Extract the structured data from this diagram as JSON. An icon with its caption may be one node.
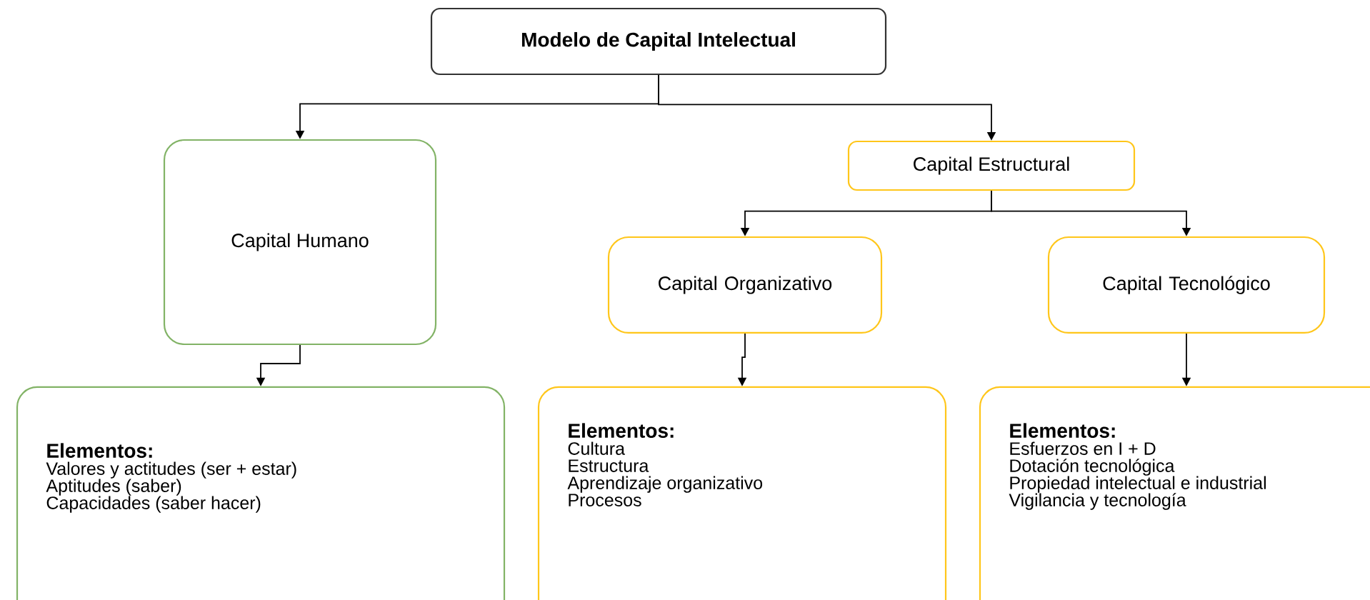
{
  "diagram": {
    "nodes": [
      {
        "text": [
          "Modelo de Capital Intelectual"
        ]
      },
      {
        "text": [
          "Capital Humano"
        ]
      },
      {
        "text": [
          "Capital Estructural"
        ]
      },
      {
        "text": [
          "Capital Organizativo"
        ]
      },
      {
        "text": [
          "Capital Tecnológico"
        ]
      },
      {
        "text": [
          "Elementos:",
          "Valores y actitudes (ser + estar)",
          "Aptitudes (saber)",
          "Capacidades (saber hacer)"
        ]
      },
      {
        "text": [
          "Elementos:",
          "Cultura",
          "Estructura",
          "Aprendizaje organizativo",
          "Procesos"
        ]
      },
      {
        "text": [
          "Elementos:",
          "Esfuerzos en I + D",
          "Dotación tecnológica",
          "Propiedad intelectual e industrial",
          "Vigilancia y tecnología"
        ]
      }
    ],
    "edges": [
      {
        "from": 0,
        "to": 1,
        "arrow": "to"
      },
      {
        "from": 0,
        "to": 2,
        "arrow": "to"
      },
      {
        "from": 2,
        "to": 3,
        "arrow": "to"
      },
      {
        "from": 2,
        "to": 4,
        "arrow": "to"
      },
      {
        "from": 1,
        "to": 5,
        "arrow": "to"
      },
      {
        "from": 3,
        "to": 6,
        "arrow": "to"
      },
      {
        "from": 4,
        "to": 7,
        "arrow": "to"
      }
    ]
  }
}
